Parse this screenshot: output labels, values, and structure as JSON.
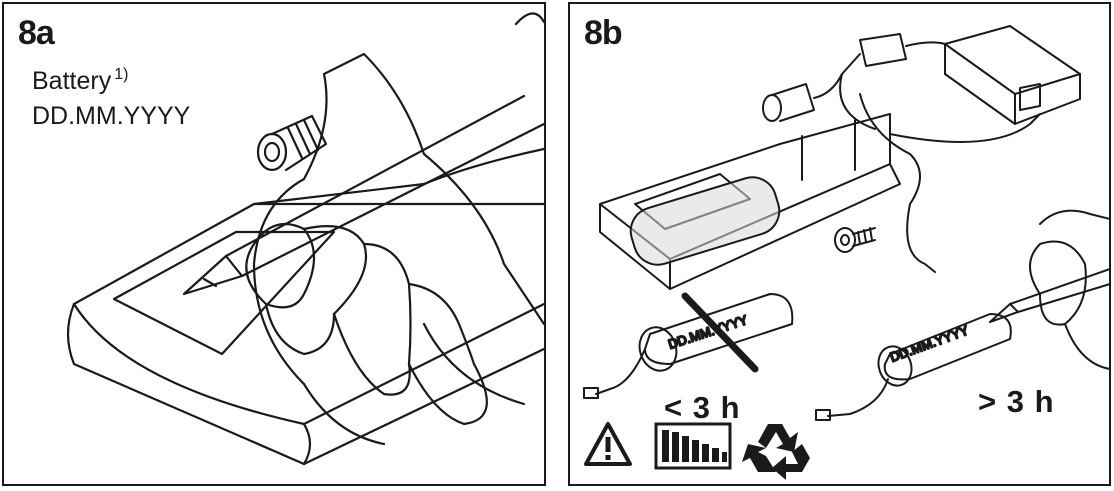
{
  "panel_a": {
    "label": "8a",
    "battery_label": "Battery",
    "footnote": "1)",
    "date_format": "DD.MM.YYYY"
  },
  "panel_b": {
    "label": "8b",
    "old_battery_text": "DD.MM.YYYY",
    "new_battery_text": "DD.MM.YYYY",
    "less_hours": "< 3 h",
    "more_hours": "> 3 h"
  },
  "icons": [
    "warning-icon",
    "charge-level-icon",
    "recycle-icon"
  ],
  "colors": {
    "line": "#1a1a1a",
    "background": "#ffffff",
    "translucent_battery": "#d9d9d9"
  }
}
